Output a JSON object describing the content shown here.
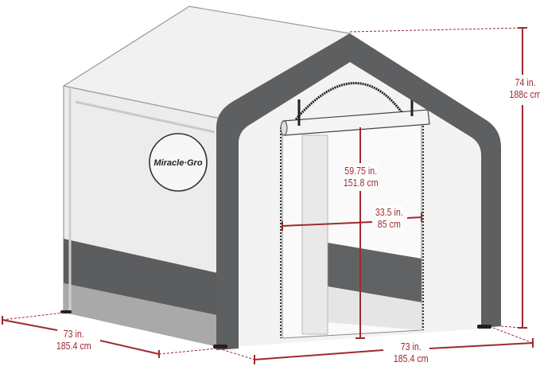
{
  "product": {
    "logo_text": "Miracle-Gro"
  },
  "dimensions": {
    "overall_height": {
      "imperial": "74 in.",
      "metric": "188c cm"
    },
    "door_height": {
      "imperial": "59.75 in.",
      "metric": "151.8 cm"
    },
    "door_width": {
      "imperial": "33.5 in.",
      "metric": "85 cm"
    },
    "depth": {
      "imperial": "73 in.",
      "metric": "185.4 cm"
    },
    "width": {
      "imperial": "73 in.",
      "metric": "185.4 cm"
    }
  },
  "colors": {
    "dimension": "#9e2a30",
    "frame": "#5e5f61",
    "cover": "#ededed"
  }
}
